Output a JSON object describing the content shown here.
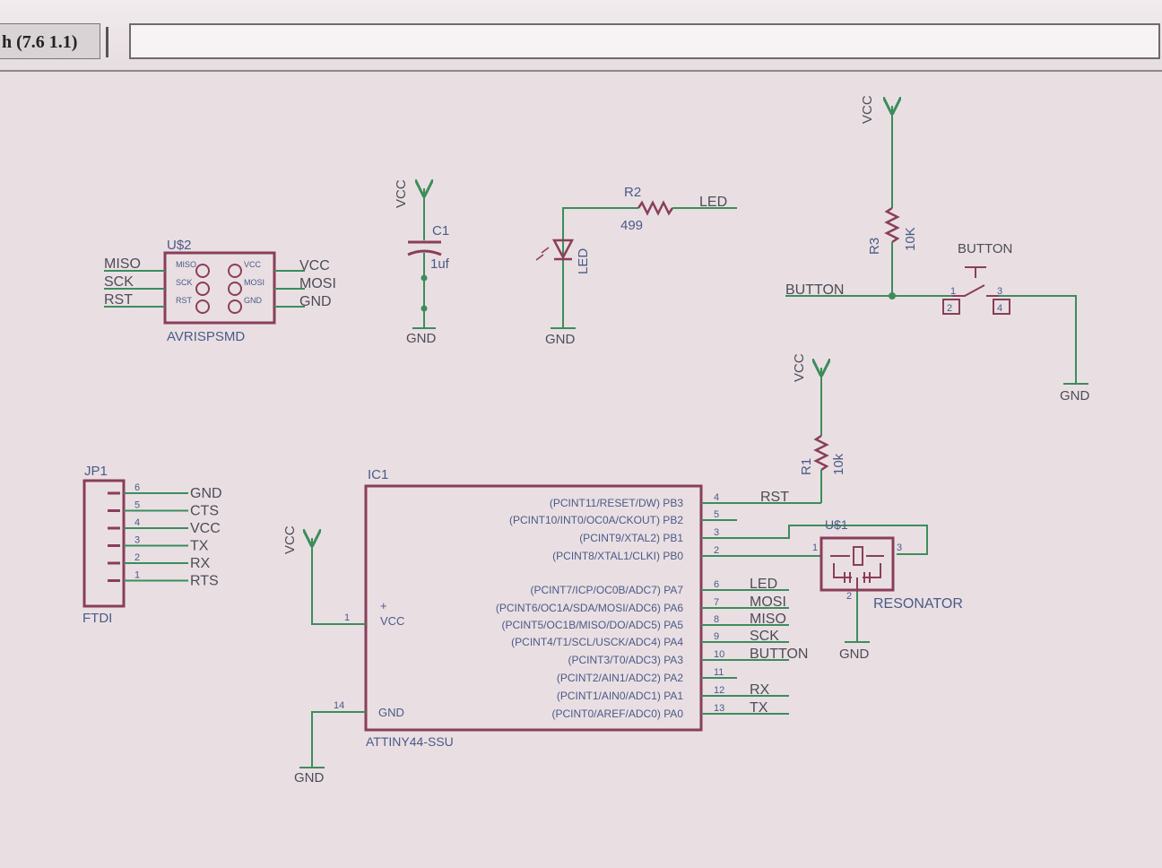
{
  "window": {
    "title_tab": "h (7.6 1.1)",
    "command_value": ""
  },
  "colors": {
    "wire": "#3c8d5c",
    "component": "#8a3e5a",
    "label": "#4a5a86",
    "net_text": "#4c4c56"
  },
  "schematic": {
    "isp": {
      "name": "U$2",
      "value": "AVRISPSMD",
      "left_nets": [
        "MISO",
        "SCK",
        "RST"
      ],
      "right_nets": [
        "VCC",
        "MOSI",
        "GND"
      ],
      "left_pins": [
        "MISO",
        "SCK",
        "RST"
      ],
      "right_pins": [
        "VCC",
        "MOSI",
        "GND"
      ]
    },
    "cap": {
      "name": "C1",
      "value": "1uf",
      "top_net": "VCC",
      "bottom_net": "GND"
    },
    "r2": {
      "name": "R2",
      "value": "499",
      "net": "LED"
    },
    "led": {
      "label": "LED",
      "gnd": "GND"
    },
    "r3": {
      "name": "R3",
      "value": "10K",
      "top_net": "VCC"
    },
    "button": {
      "name": "BUTTON",
      "net": "BUTTON",
      "pin1": "1",
      "pin2": "2",
      "pin3": "3",
      "pin4": "4",
      "gnd": "GND"
    },
    "r1": {
      "name": "R1",
      "value": "10k",
      "top_net": "VCC",
      "net": "RST"
    },
    "ftdi": {
      "name": "JP1",
      "value": "FTDI",
      "pins": [
        "6",
        "5",
        "4",
        "3",
        "2",
        "1"
      ],
      "nets": [
        "GND",
        "CTS",
        "VCC",
        "TX",
        "RX",
        "RTS"
      ]
    },
    "ic": {
      "name": "IC1",
      "value": "ATTINY44-SSU",
      "vcc_label": "VCC",
      "gnd_label": "GND",
      "plus": "+",
      "vcc_pin": "1",
      "gnd_pin": "14",
      "vcc_net": "VCC",
      "gnd_net": "GND",
      "pins": [
        {
          "label": "(PCINT11/RESET/DW) PB3",
          "num": "4",
          "net": "RST"
        },
        {
          "label": "(PCINT10/INT0/OC0A/CKOUT) PB2",
          "num": "5",
          "net": ""
        },
        {
          "label": "(PCINT9/XTAL2) PB1",
          "num": "3",
          "net": ""
        },
        {
          "label": "(PCINT8/XTAL1/CLKI) PB0",
          "num": "2",
          "net": ""
        },
        {
          "label": "(PCINT7/ICP/OC0B/ADC7) PA7",
          "num": "6",
          "net": "LED"
        },
        {
          "label": "(PCINT6/OC1A/SDA/MOSI/ADC6) PA6",
          "num": "7",
          "net": "MOSI"
        },
        {
          "label": "(PCINT5/OC1B/MISO/DO/ADC5) PA5",
          "num": "8",
          "net": "MISO"
        },
        {
          "label": "(PCINT4/T1/SCL/USCK/ADC4) PA4",
          "num": "9",
          "net": "SCK"
        },
        {
          "label": "(PCINT3/T0/ADC3) PA3",
          "num": "10",
          "net": "BUTTON"
        },
        {
          "label": "(PCINT2/AIN1/ADC2) PA2",
          "num": "11",
          "net": ""
        },
        {
          "label": "(PCINT1/AIN0/ADC1) PA1",
          "num": "12",
          "net": "RX"
        },
        {
          "label": "(PCINT0/AREF/ADC0) PA0",
          "num": "13",
          "net": "TX"
        }
      ]
    },
    "resonator": {
      "name": "U$1",
      "value": "RESONATOR",
      "pin1": "1",
      "pin2": "2",
      "pin3": "3",
      "gnd": "GND"
    }
  }
}
